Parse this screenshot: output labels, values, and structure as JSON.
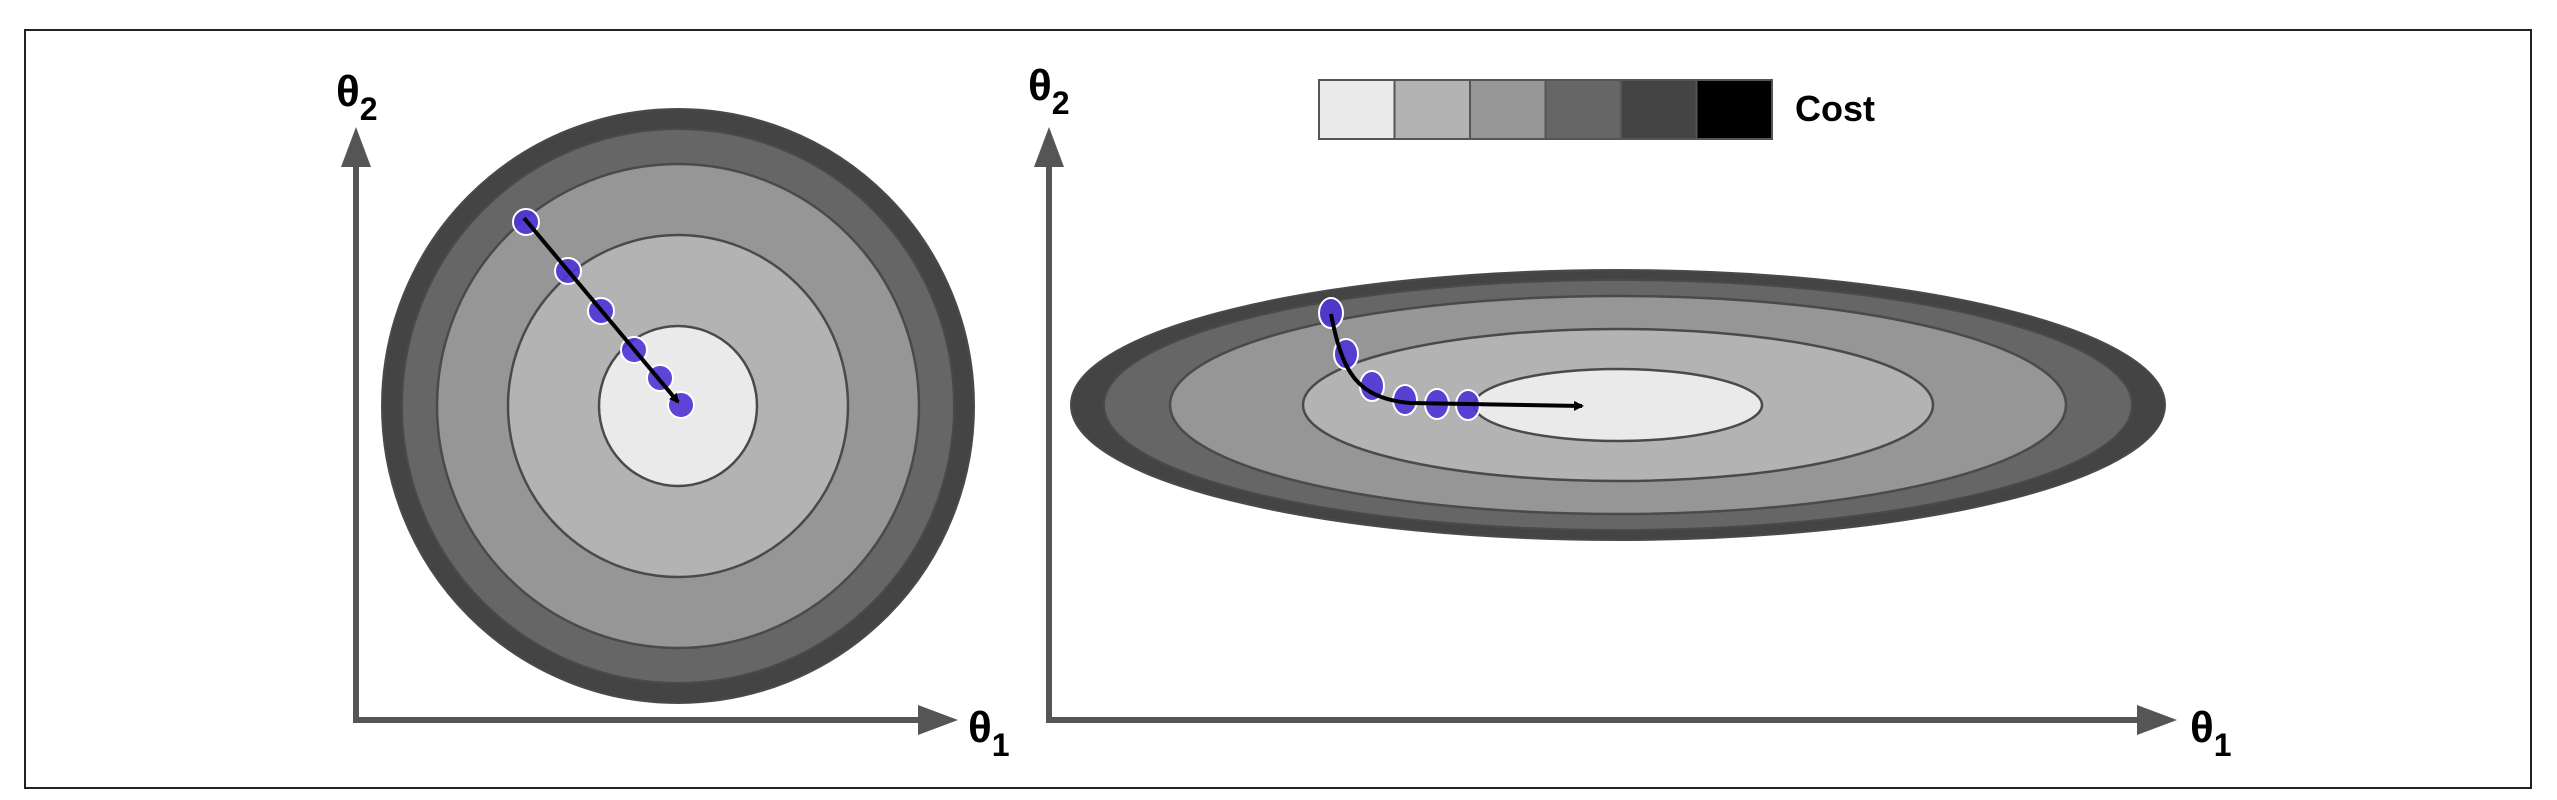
{
  "left_plot": {
    "y_axis_label": "θ",
    "y_axis_sub": "2",
    "x_axis_label": "θ",
    "x_axis_sub": "1"
  },
  "right_plot": {
    "y_axis_label": "θ",
    "y_axis_sub": "2",
    "x_axis_label": "θ",
    "x_axis_sub": "1"
  },
  "legend": {
    "label": "Cost",
    "colors": [
      "#eaeaea",
      "#b3b3b3",
      "#969696",
      "#666666",
      "#444444",
      "#000000"
    ]
  },
  "colors": {
    "axis": "#555555",
    "point_fill": "#4f33d6",
    "point_stroke": "#ffffff",
    "path": "#000000",
    "contour_levels": [
      "#444444",
      "#666666",
      "#969696",
      "#b3b3b3",
      "#eaeaea"
    ]
  }
}
